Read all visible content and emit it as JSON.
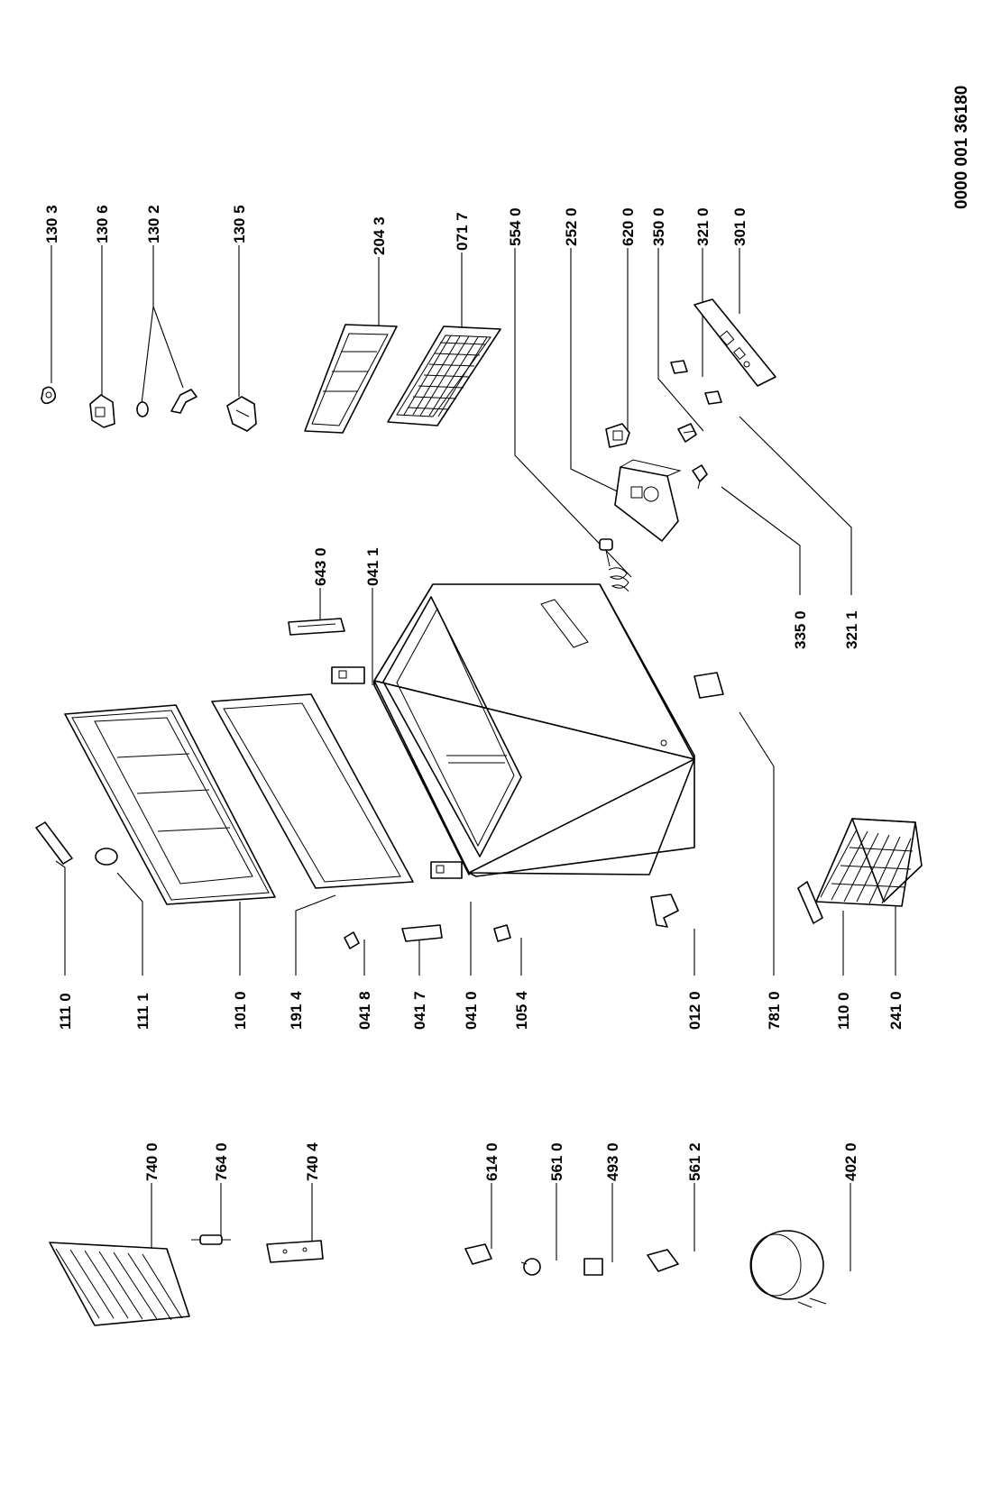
{
  "document_code": "0000 001 36180",
  "callouts": [
    {
      "id": "130-3",
      "text": "130 3"
    },
    {
      "id": "130-6",
      "text": "130 6"
    },
    {
      "id": "130-2",
      "text": "130 2"
    },
    {
      "id": "130-5",
      "text": "130 5"
    },
    {
      "id": "204-3",
      "text": "204 3"
    },
    {
      "id": "071-7",
      "text": "071 7"
    },
    {
      "id": "554-0",
      "text": "554 0"
    },
    {
      "id": "252-0",
      "text": "252 0"
    },
    {
      "id": "620-0",
      "text": "620 0"
    },
    {
      "id": "350-0",
      "text": "350 0"
    },
    {
      "id": "321-0",
      "text": "321 0"
    },
    {
      "id": "301-0",
      "text": "301 0"
    },
    {
      "id": "643-0",
      "text": "643 0"
    },
    {
      "id": "041-1",
      "text": "041 1"
    },
    {
      "id": "335-0",
      "text": "335 0"
    },
    {
      "id": "321-1",
      "text": "321 1"
    },
    {
      "id": "111-0",
      "text": "111 0"
    },
    {
      "id": "111-1",
      "text": "111 1"
    },
    {
      "id": "101-0",
      "text": "101 0"
    },
    {
      "id": "191-4",
      "text": "191 4"
    },
    {
      "id": "041-8",
      "text": "041 8"
    },
    {
      "id": "041-7",
      "text": "041 7"
    },
    {
      "id": "041-0",
      "text": "041 0"
    },
    {
      "id": "105-4",
      "text": "105 4"
    },
    {
      "id": "012-0",
      "text": "012 0"
    },
    {
      "id": "781-0",
      "text": "781 0"
    },
    {
      "id": "110-0",
      "text": "110 0"
    },
    {
      "id": "241-0",
      "text": "241 0"
    },
    {
      "id": "740-0",
      "text": "740 0"
    },
    {
      "id": "764-0",
      "text": "764 0"
    },
    {
      "id": "740-4",
      "text": "740 4"
    },
    {
      "id": "614-0",
      "text": "614 0"
    },
    {
      "id": "561-0",
      "text": "561 0"
    },
    {
      "id": "493-0",
      "text": "493 0"
    },
    {
      "id": "561-2",
      "text": "561 2"
    },
    {
      "id": "402-0",
      "text": "402 0"
    }
  ]
}
